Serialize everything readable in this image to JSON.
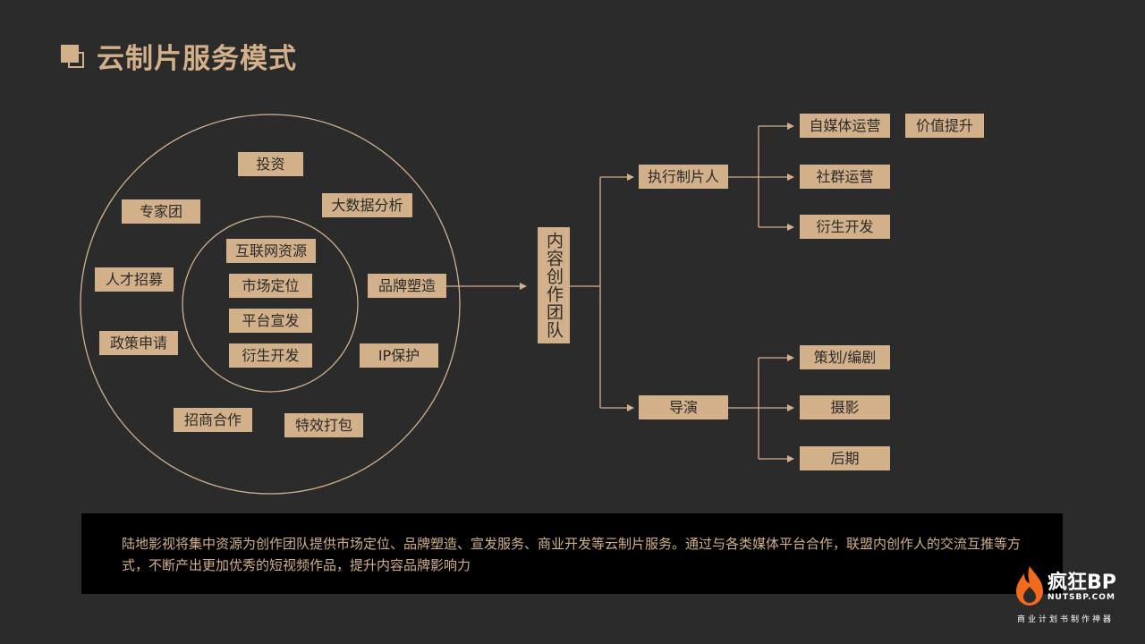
{
  "header": {
    "title": "云制片服务模式"
  },
  "circle_diagram": {
    "outer_items": [
      "投资",
      "专家团",
      "大数据分析",
      "人才招募",
      "品牌塑造",
      "政策申请",
      "IP保护",
      "招商合作",
      "特效打包"
    ],
    "inner_items": [
      "互联网资源",
      "市场定位",
      "平台宣发",
      "衍生开发"
    ]
  },
  "center_node": {
    "label": "内容创作团队"
  },
  "branches": [
    {
      "label": "执行制片人",
      "children": [
        "自媒体运营",
        "社群运营",
        "衍生开发"
      ],
      "extra": "价值提升"
    },
    {
      "label": "导演",
      "children": [
        "策划/编剧",
        "摄影",
        "后期"
      ]
    }
  ],
  "description": "陆地影视将集中资源为创作团队提供市场定位、品牌塑造、宣发服务、商业开发等云制片服务。通过与各类媒体平台合作，联盟内创作人的交流互推等方式，不断产出更加优秀的短视频作品，提升内容品牌影响力",
  "brand": {
    "name": "疯狂BP",
    "url": "NUTSBP.COM",
    "slogan": "商业计划书制作神器"
  },
  "colors": {
    "accent": "#d2b08a",
    "background": "#2b2b2b",
    "panel": "#000000",
    "logo_flame": "#f26b1d"
  }
}
